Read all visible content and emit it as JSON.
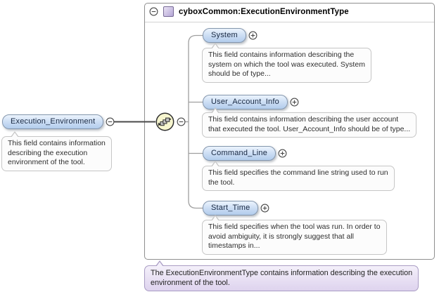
{
  "icons": {
    "collapse": "minus-circle-icon",
    "expand": "plus-circle-icon",
    "sequence": "sequence-compositor-icon",
    "complex_type": "complex-type-square-icon"
  },
  "colors": {
    "element_fill_top": "#ecf4fd",
    "element_fill_bottom": "#b2ccec",
    "element_border": "#8496ad",
    "compositor_fill": "#f7f6cf",
    "annotation_bg": "#fcfcfc",
    "annotation_border": "#c6c6c6",
    "type_note_fill_top": "#f4f0fa",
    "type_note_fill_bottom": "#ded3ee",
    "type_icon_fill": "#b2a3d4",
    "connector": "#9f9f9f"
  },
  "root_element": {
    "label": "Execution_Environment",
    "annotation": [
      "This field contains information",
      "describing the execution",
      "environment of the tool."
    ]
  },
  "type_box": {
    "title": "cyboxCommon:ExecutionEnvironmentType",
    "children": [
      {
        "label": "System",
        "annotation": [
          "This field contains information describing the",
          "system on which the tool was executed. System",
          "should be of type..."
        ]
      },
      {
        "label": "User_Account_Info",
        "annotation": [
          "This field contains information describing the user account",
          "that executed the tool. User_Account_Info should be of type..."
        ]
      },
      {
        "label": "Command_Line",
        "annotation": [
          "This field specifies the command line string used to run",
          "the tool."
        ]
      },
      {
        "label": "Start_Time",
        "annotation": [
          "This field specifies when the tool was run. In order to",
          "avoid ambiguity, it is strongly suggest that all",
          "timestamps in..."
        ]
      }
    ]
  },
  "footer_annotation": [
    "The ExecutionEnvironmentType contains information describing the execution",
    "environment of the tool."
  ]
}
